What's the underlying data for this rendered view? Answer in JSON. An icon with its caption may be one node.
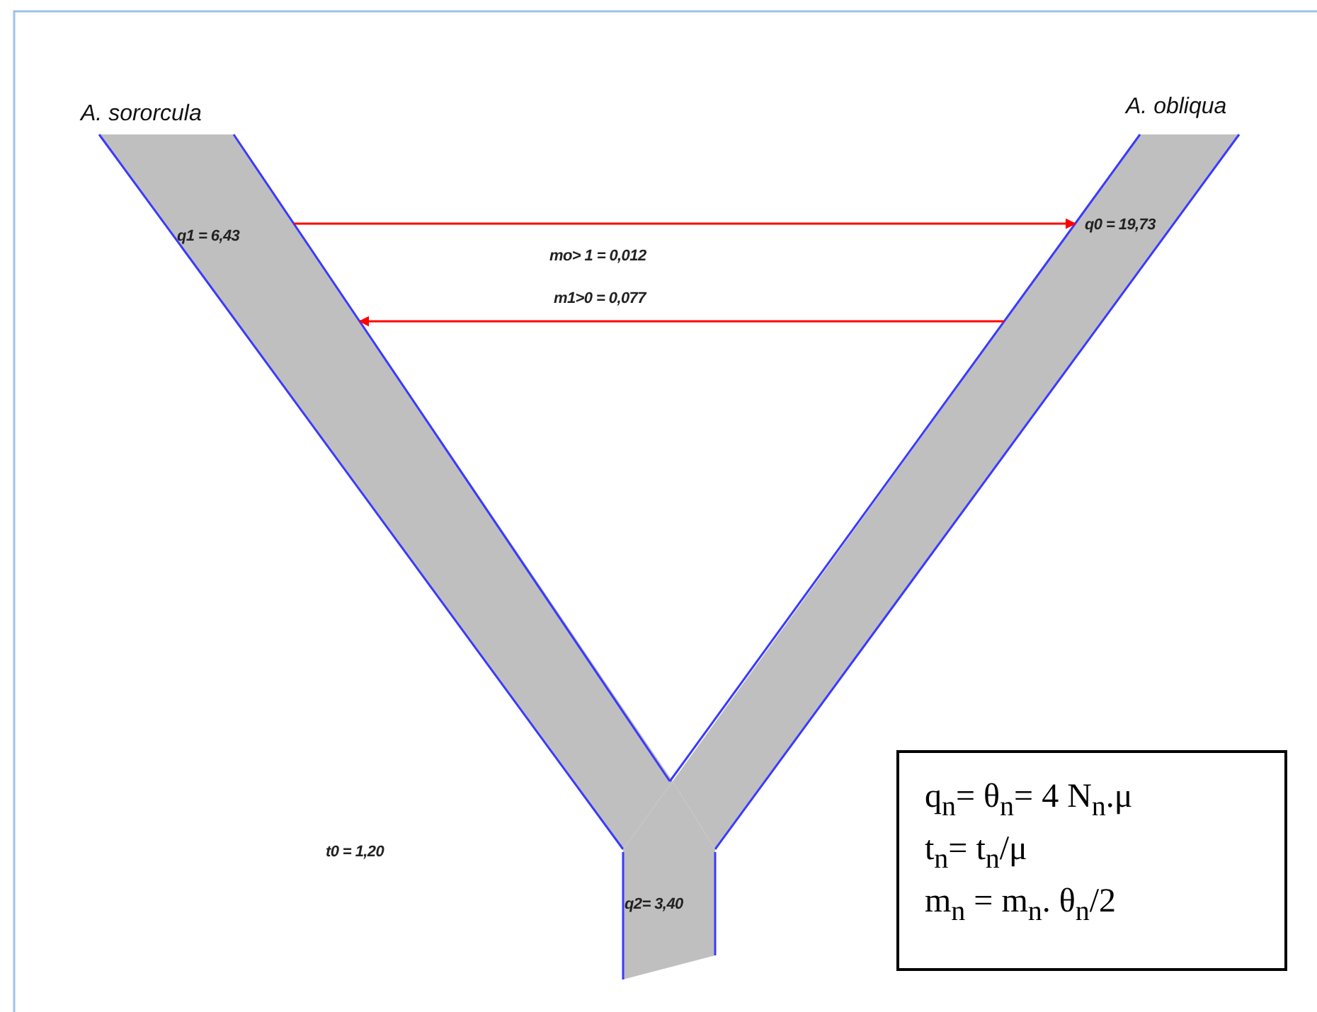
{
  "diagram": {
    "nodes": [
      {
        "text": [
          "A. sororcula",
          "q1 = 6,43"
        ]
      },
      {
        "text": [
          "A. obliqua",
          "q0 = 19,73"
        ]
      },
      {
        "text": [
          "q2= 3,40"
        ]
      },
      {
        "text": [
          "q$_{n}$= θ$_{n}$= 4 N$_{n}$.μ",
          "t$_{n}$= t$_{n}$/μ",
          "m$_{n}$ = m$_{n}$. θ$_{n}$/2"
        ]
      }
    ],
    "edges": [
      {
        "from": 0,
        "to": 1,
        "arrow": "to",
        "label": "mo> 1 = 0,012"
      },
      {
        "from": 1,
        "to": 0,
        "arrow": "to",
        "label": "m1>0  = 0,077"
      }
    ],
    "labels": [
      "t0 = 1,20"
    ]
  }
}
